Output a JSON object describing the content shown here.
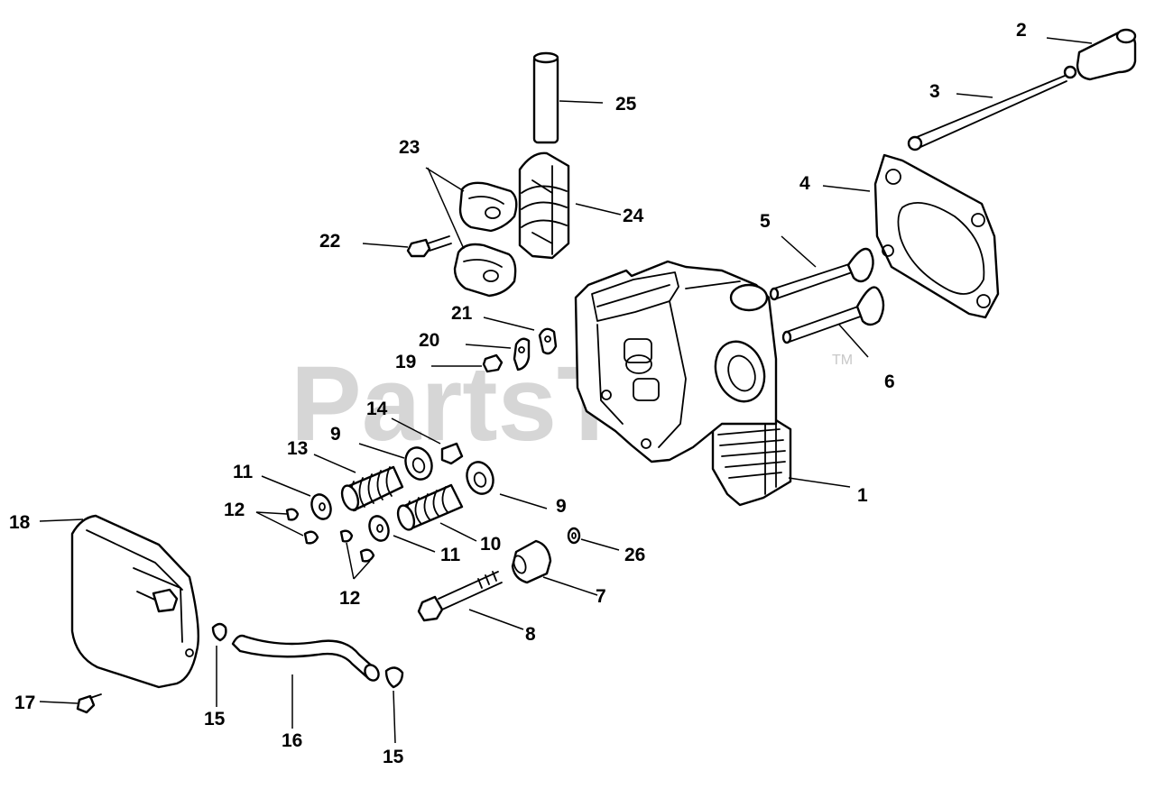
{
  "watermark": {
    "text": "PartsTree",
    "trademark": "TM"
  },
  "callouts": [
    {
      "id": "c1",
      "label": "1"
    },
    {
      "id": "c2",
      "label": "2"
    },
    {
      "id": "c3",
      "label": "3"
    },
    {
      "id": "c4",
      "label": "4"
    },
    {
      "id": "c5",
      "label": "5"
    },
    {
      "id": "c6",
      "label": "6"
    },
    {
      "id": "c7",
      "label": "7"
    },
    {
      "id": "c8",
      "label": "8"
    },
    {
      "id": "c9a",
      "label": "9"
    },
    {
      "id": "c9b",
      "label": "9"
    },
    {
      "id": "c10",
      "label": "10"
    },
    {
      "id": "c11a",
      "label": "11"
    },
    {
      "id": "c11b",
      "label": "11"
    },
    {
      "id": "c12a",
      "label": "12"
    },
    {
      "id": "c12b",
      "label": "12"
    },
    {
      "id": "c13",
      "label": "13"
    },
    {
      "id": "c14",
      "label": "14"
    },
    {
      "id": "c15a",
      "label": "15"
    },
    {
      "id": "c15b",
      "label": "15"
    },
    {
      "id": "c16",
      "label": "16"
    },
    {
      "id": "c17",
      "label": "17"
    },
    {
      "id": "c18",
      "label": "18"
    },
    {
      "id": "c19",
      "label": "19"
    },
    {
      "id": "c20",
      "label": "20"
    },
    {
      "id": "c21",
      "label": "21"
    },
    {
      "id": "c22",
      "label": "22"
    },
    {
      "id": "c23",
      "label": "23"
    },
    {
      "id": "c24",
      "label": "24"
    },
    {
      "id": "c25",
      "label": "25"
    },
    {
      "id": "c26",
      "label": "26"
    }
  ]
}
